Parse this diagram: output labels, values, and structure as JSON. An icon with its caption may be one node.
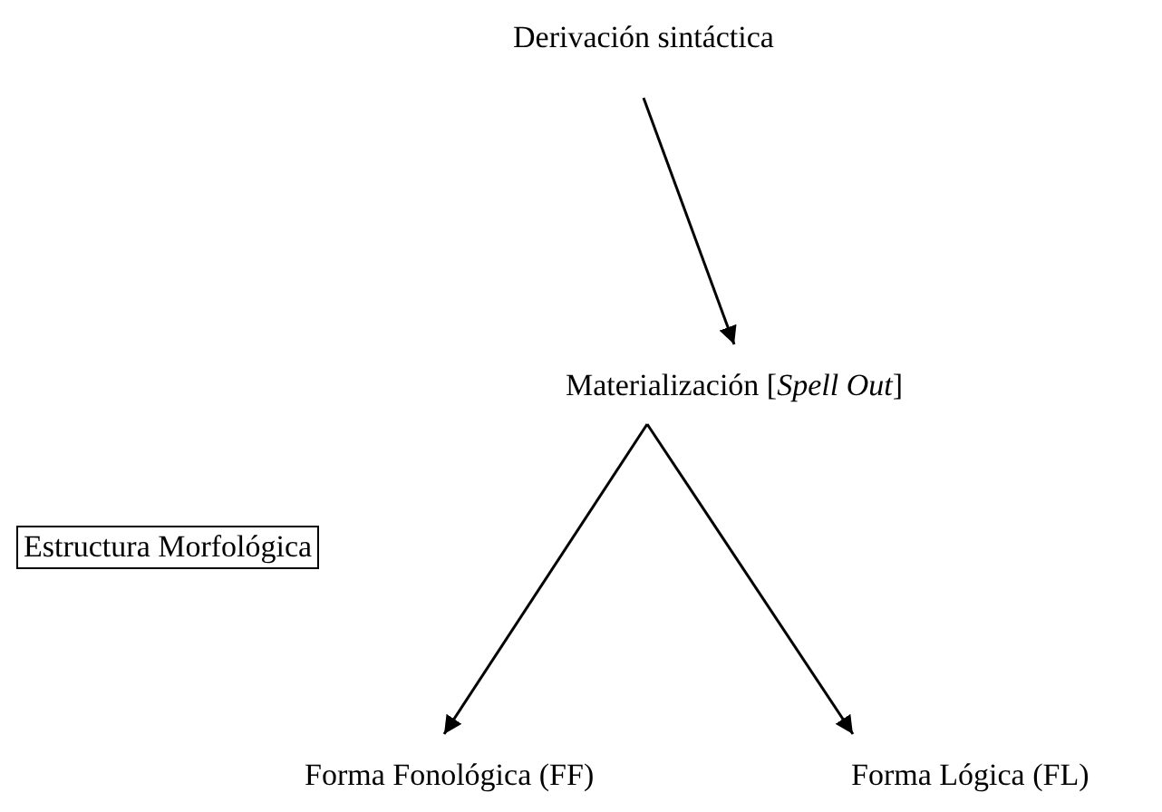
{
  "diagram": {
    "nodes": [
      {
        "text": [
          "Derivación sintáctica"
        ]
      },
      {
        "text": [
          "Materialización [*Spell Out*]"
        ]
      },
      {
        "text": [
          "Estructura Morfológica"
        ]
      },
      {
        "text": [
          "Forma Fonológica (FF)"
        ]
      },
      {
        "text": [
          "Forma Lógica (FL)"
        ]
      }
    ],
    "edges": [
      {
        "from": 0,
        "to": 1,
        "arrow": "to"
      },
      {
        "from": 1,
        "to": 3,
        "arrow": "to"
      },
      {
        "from": 1,
        "to": 4,
        "arrow": "to"
      }
    ]
  }
}
